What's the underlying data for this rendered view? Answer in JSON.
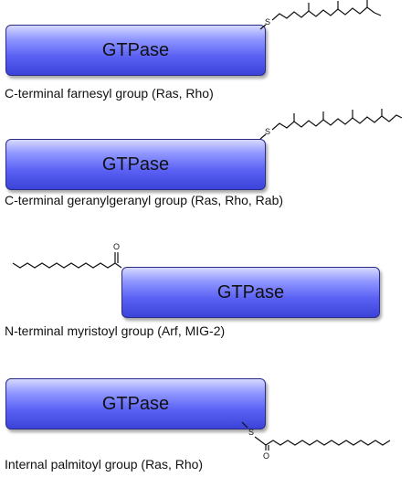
{
  "panels": [
    {
      "box_label": "GTPase",
      "atom_label": "S",
      "caption": "C-terminal farnesyl group (Ras, Rho)"
    },
    {
      "box_label": "GTPase",
      "atom_label": "S",
      "caption": "C-terminal geranylgeranyl group (Ras, Rho, Rab)"
    },
    {
      "box_label": "GTPase",
      "atom_label": "O",
      "caption": "N-terminal myristoyl group (Arf, MIG-2)"
    },
    {
      "box_label": "GTPase",
      "atom_label": "S",
      "atom_label_2": "O",
      "caption": "Internal palmitoyl group (Ras, Rho)"
    }
  ]
}
